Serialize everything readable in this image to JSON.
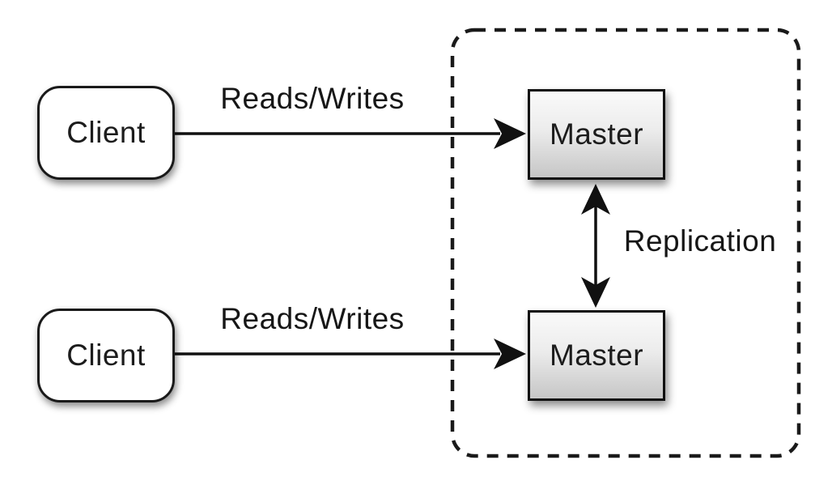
{
  "diagram": {
    "title": "master-master-replication",
    "background": "#ffffff",
    "boundary": {
      "style": "dashed-rounded-rectangle",
      "color": "#1a1a1a"
    },
    "nodes": {
      "client_top": {
        "label": "Client",
        "shape": "rounded-rectangle",
        "fill": "#ffffff"
      },
      "client_bottom": {
        "label": "Client",
        "shape": "rounded-rectangle",
        "fill": "#ffffff"
      },
      "master_top": {
        "label": "Master",
        "shape": "rectangle",
        "fill_top": "#fafafa",
        "fill_bottom": "#c6c6c6"
      },
      "master_bottom": {
        "label": "Master",
        "shape": "rectangle",
        "fill_top": "#fafafa",
        "fill_bottom": "#c6c6c6"
      }
    },
    "edges": {
      "reads_writes_top": {
        "label": "Reads/Writes",
        "from": "client_top",
        "to": "master_top",
        "direction": "right"
      },
      "reads_writes_bottom": {
        "label": "Reads/Writes",
        "from": "client_bottom",
        "to": "master_bottom",
        "direction": "right"
      },
      "replication": {
        "label": "Replication",
        "from": "master_top",
        "to": "master_bottom",
        "direction": "both"
      }
    },
    "colors": {
      "line": "#111111",
      "text": "#161616",
      "node_border": "#1a1a1a"
    }
  }
}
